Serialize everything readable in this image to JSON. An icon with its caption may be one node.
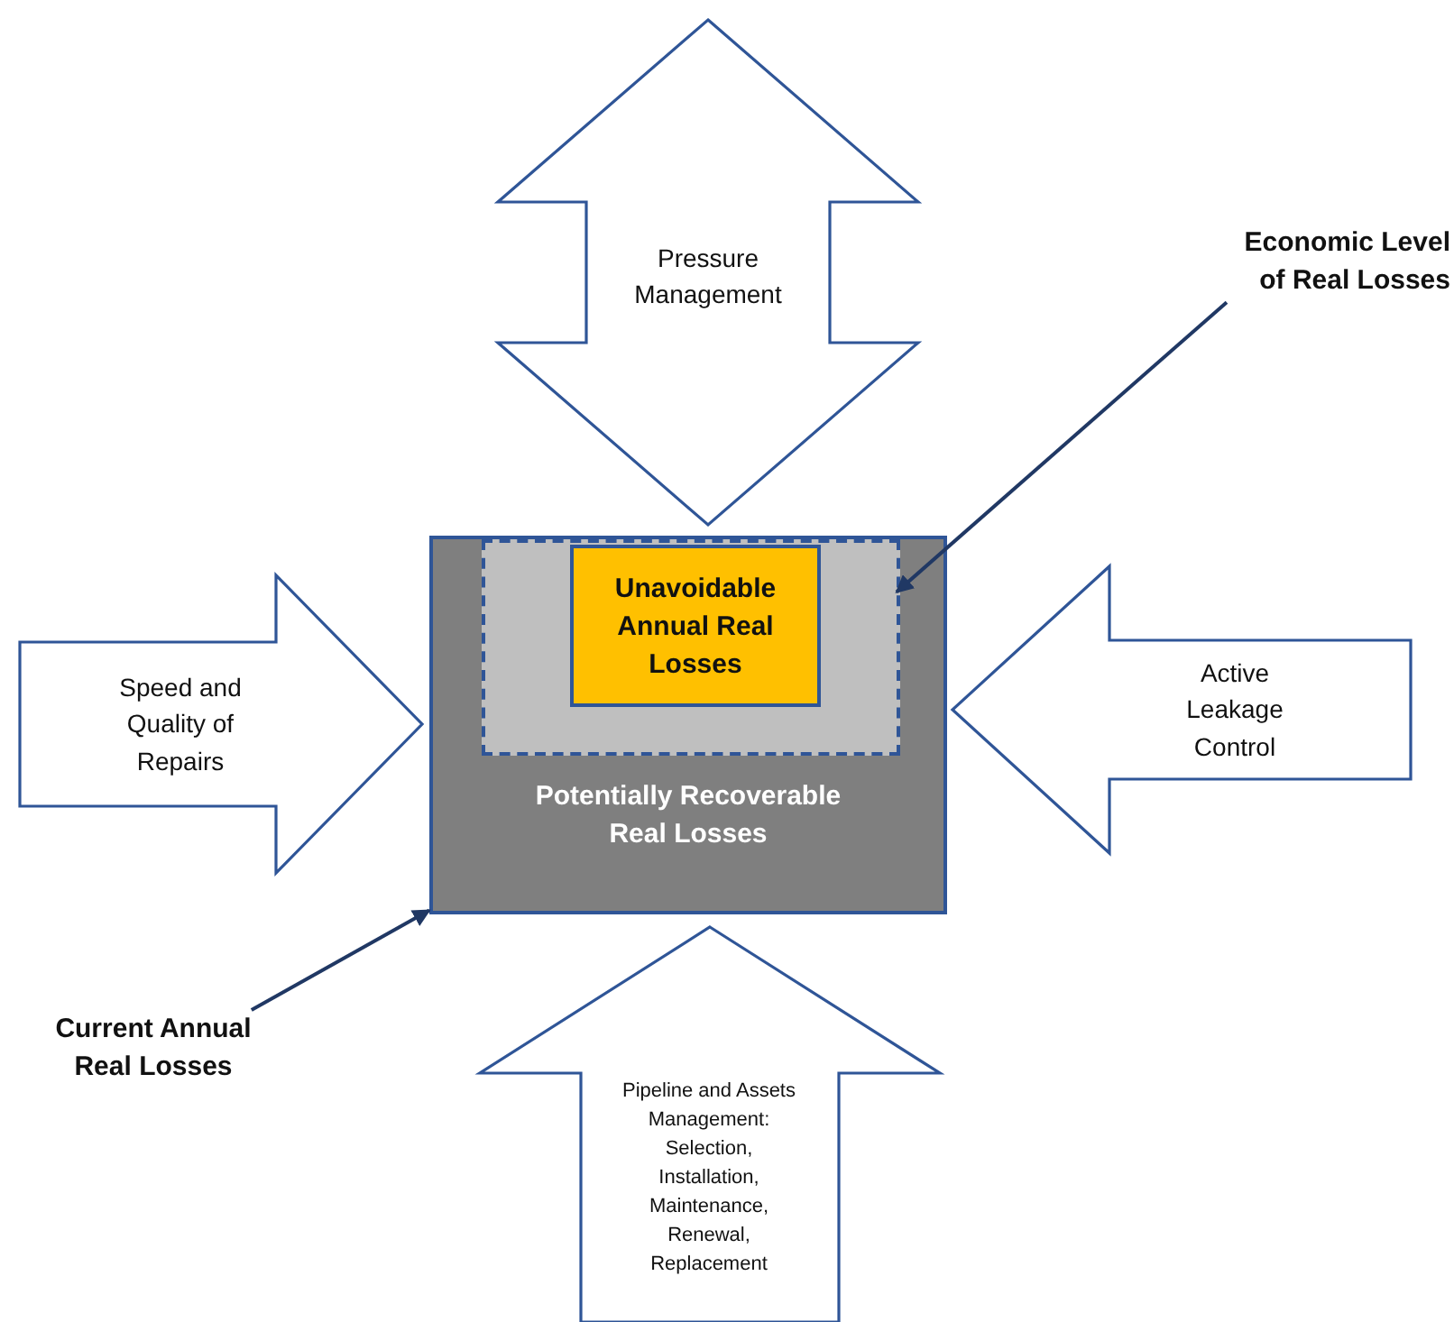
{
  "diagram": {
    "nodes": [
      {
        "text": [
          "Pressure Management"
        ]
      },
      {
        "text": [
          "Economic Level of Real Losses"
        ]
      },
      {
        "text": [
          "Potentially Recoverable Real Losses"
        ]
      },
      {
        "text": [],
        "shape": "box",
        "in": 2
      },
      {
        "text": [
          "Unavoidable Annual Real Losses"
        ],
        "in": 3
      },
      {
        "text": [
          "Speed and Quality of Repairs"
        ]
      },
      {
        "text": [
          "Active Leakage Control"
        ]
      },
      {
        "text": [
          "Current Annual Real Losses"
        ]
      },
      {
        "text": [
          "Pipeline and Assets Management: Selection, Installation, Maintenance, Renewal, Replacement"
        ]
      }
    ],
    "edges": [
      {
        "from": 1,
        "to": 3,
        "arrow": "to"
      },
      {
        "from": 7,
        "to": 2,
        "arrow": "to"
      }
    ]
  }
}
